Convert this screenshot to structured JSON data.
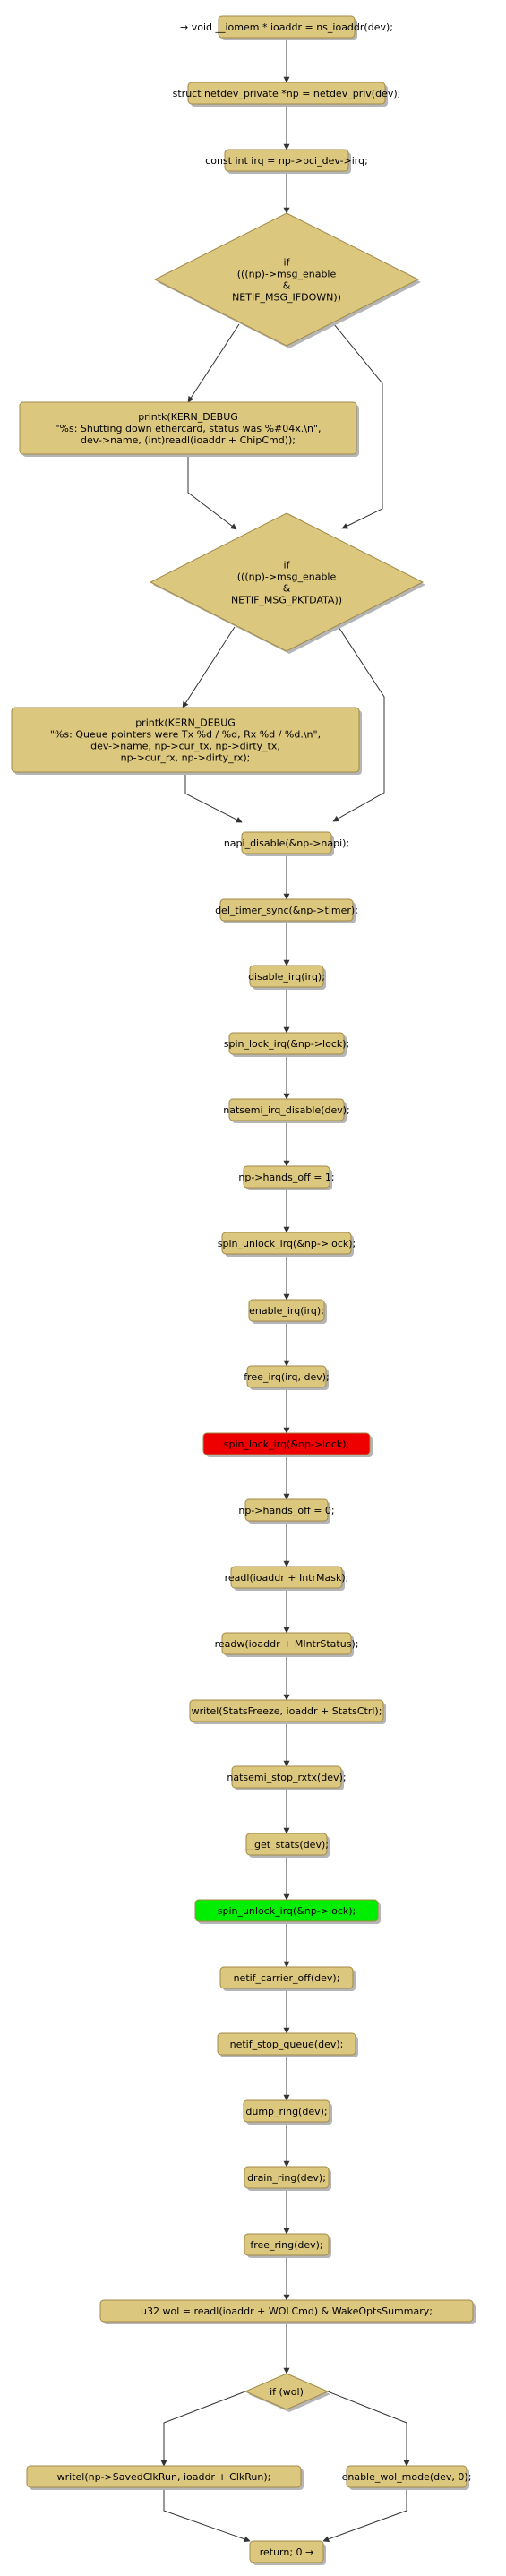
{
  "steps": {
    "s1": "→ void __iomem * ioaddr = ns_ioaddr(dev);",
    "s2": "struct netdev_private *np = netdev_priv(dev);",
    "s3": "const int irq = np->pci_dev->irq;",
    "s4": "napi_disable(&np->napi);",
    "s5": "del_timer_sync(&np->timer);",
    "s6": "disable_irq(irq);",
    "s7": "spin_lock_irq(&np->lock);",
    "s8": "natsemi_irq_disable(dev);",
    "s9": "np->hands_off = 1;",
    "s10": "spin_unlock_irq(&np->lock);",
    "s11": "enable_irq(irq);",
    "s12": "free_irq(irq, dev);",
    "s13": "spin_lock_irq(&np->lock);",
    "s14": "np->hands_off = 0;",
    "s15": "readl(ioaddr + IntrMask);",
    "s16": "readw(ioaddr + MIntrStatus);",
    "s17": "writel(StatsFreeze, ioaddr + StatsCtrl);",
    "s18": "natsemi_stop_rxtx(dev);",
    "s19": "__get_stats(dev);",
    "s20": "spin_unlock_irq(&np->lock);",
    "s21": "netif_carrier_off(dev);",
    "s22": "netif_stop_queue(dev);",
    "s23": "dump_ring(dev);",
    "s24": "drain_ring(dev);",
    "s25": "free_ring(dev);",
    "s26": "u32 wol = readl(ioaddr + WOLCmd) & WakeOptsSummary;",
    "s27": "writel(np->SavedClkRun, ioaddr + ClkRun);",
    "s28": "enable_wol_mode(dev, 0);",
    "s29": "return; 0 →"
  },
  "decisions": {
    "d1": [
      "if",
      "(((np)->msg_enable",
      "&",
      "NETIF_MSG_IFDOWN))"
    ],
    "d2": [
      "if",
      "(((np)->msg_enable",
      "&",
      "NETIF_MSG_PKTDATA))"
    ],
    "d3": [
      "if (wol)"
    ]
  },
  "printks": {
    "p1": [
      "printk(KERN_DEBUG",
      "\"%s: Shutting down ethercard, status was %#04x.\\n\",",
      "dev->name, (int)readl(ioaddr + ChipCmd));"
    ],
    "p2": [
      "printk(KERN_DEBUG",
      "\"%s: Queue pointers were Tx %d / %d,  Rx %d / %d.\\n\",",
      "dev->name, np->cur_tx, np->dirty_tx,",
      "np->cur_rx, np->dirty_rx);"
    ]
  },
  "colors": {
    "node_fill": "#dcc77f",
    "node_stroke": "#a08a48",
    "shadow": "#b5b5b5",
    "lock_highlight": "#ee0000",
    "unlock_highlight": "#00ee00",
    "edge": "#333333"
  }
}
